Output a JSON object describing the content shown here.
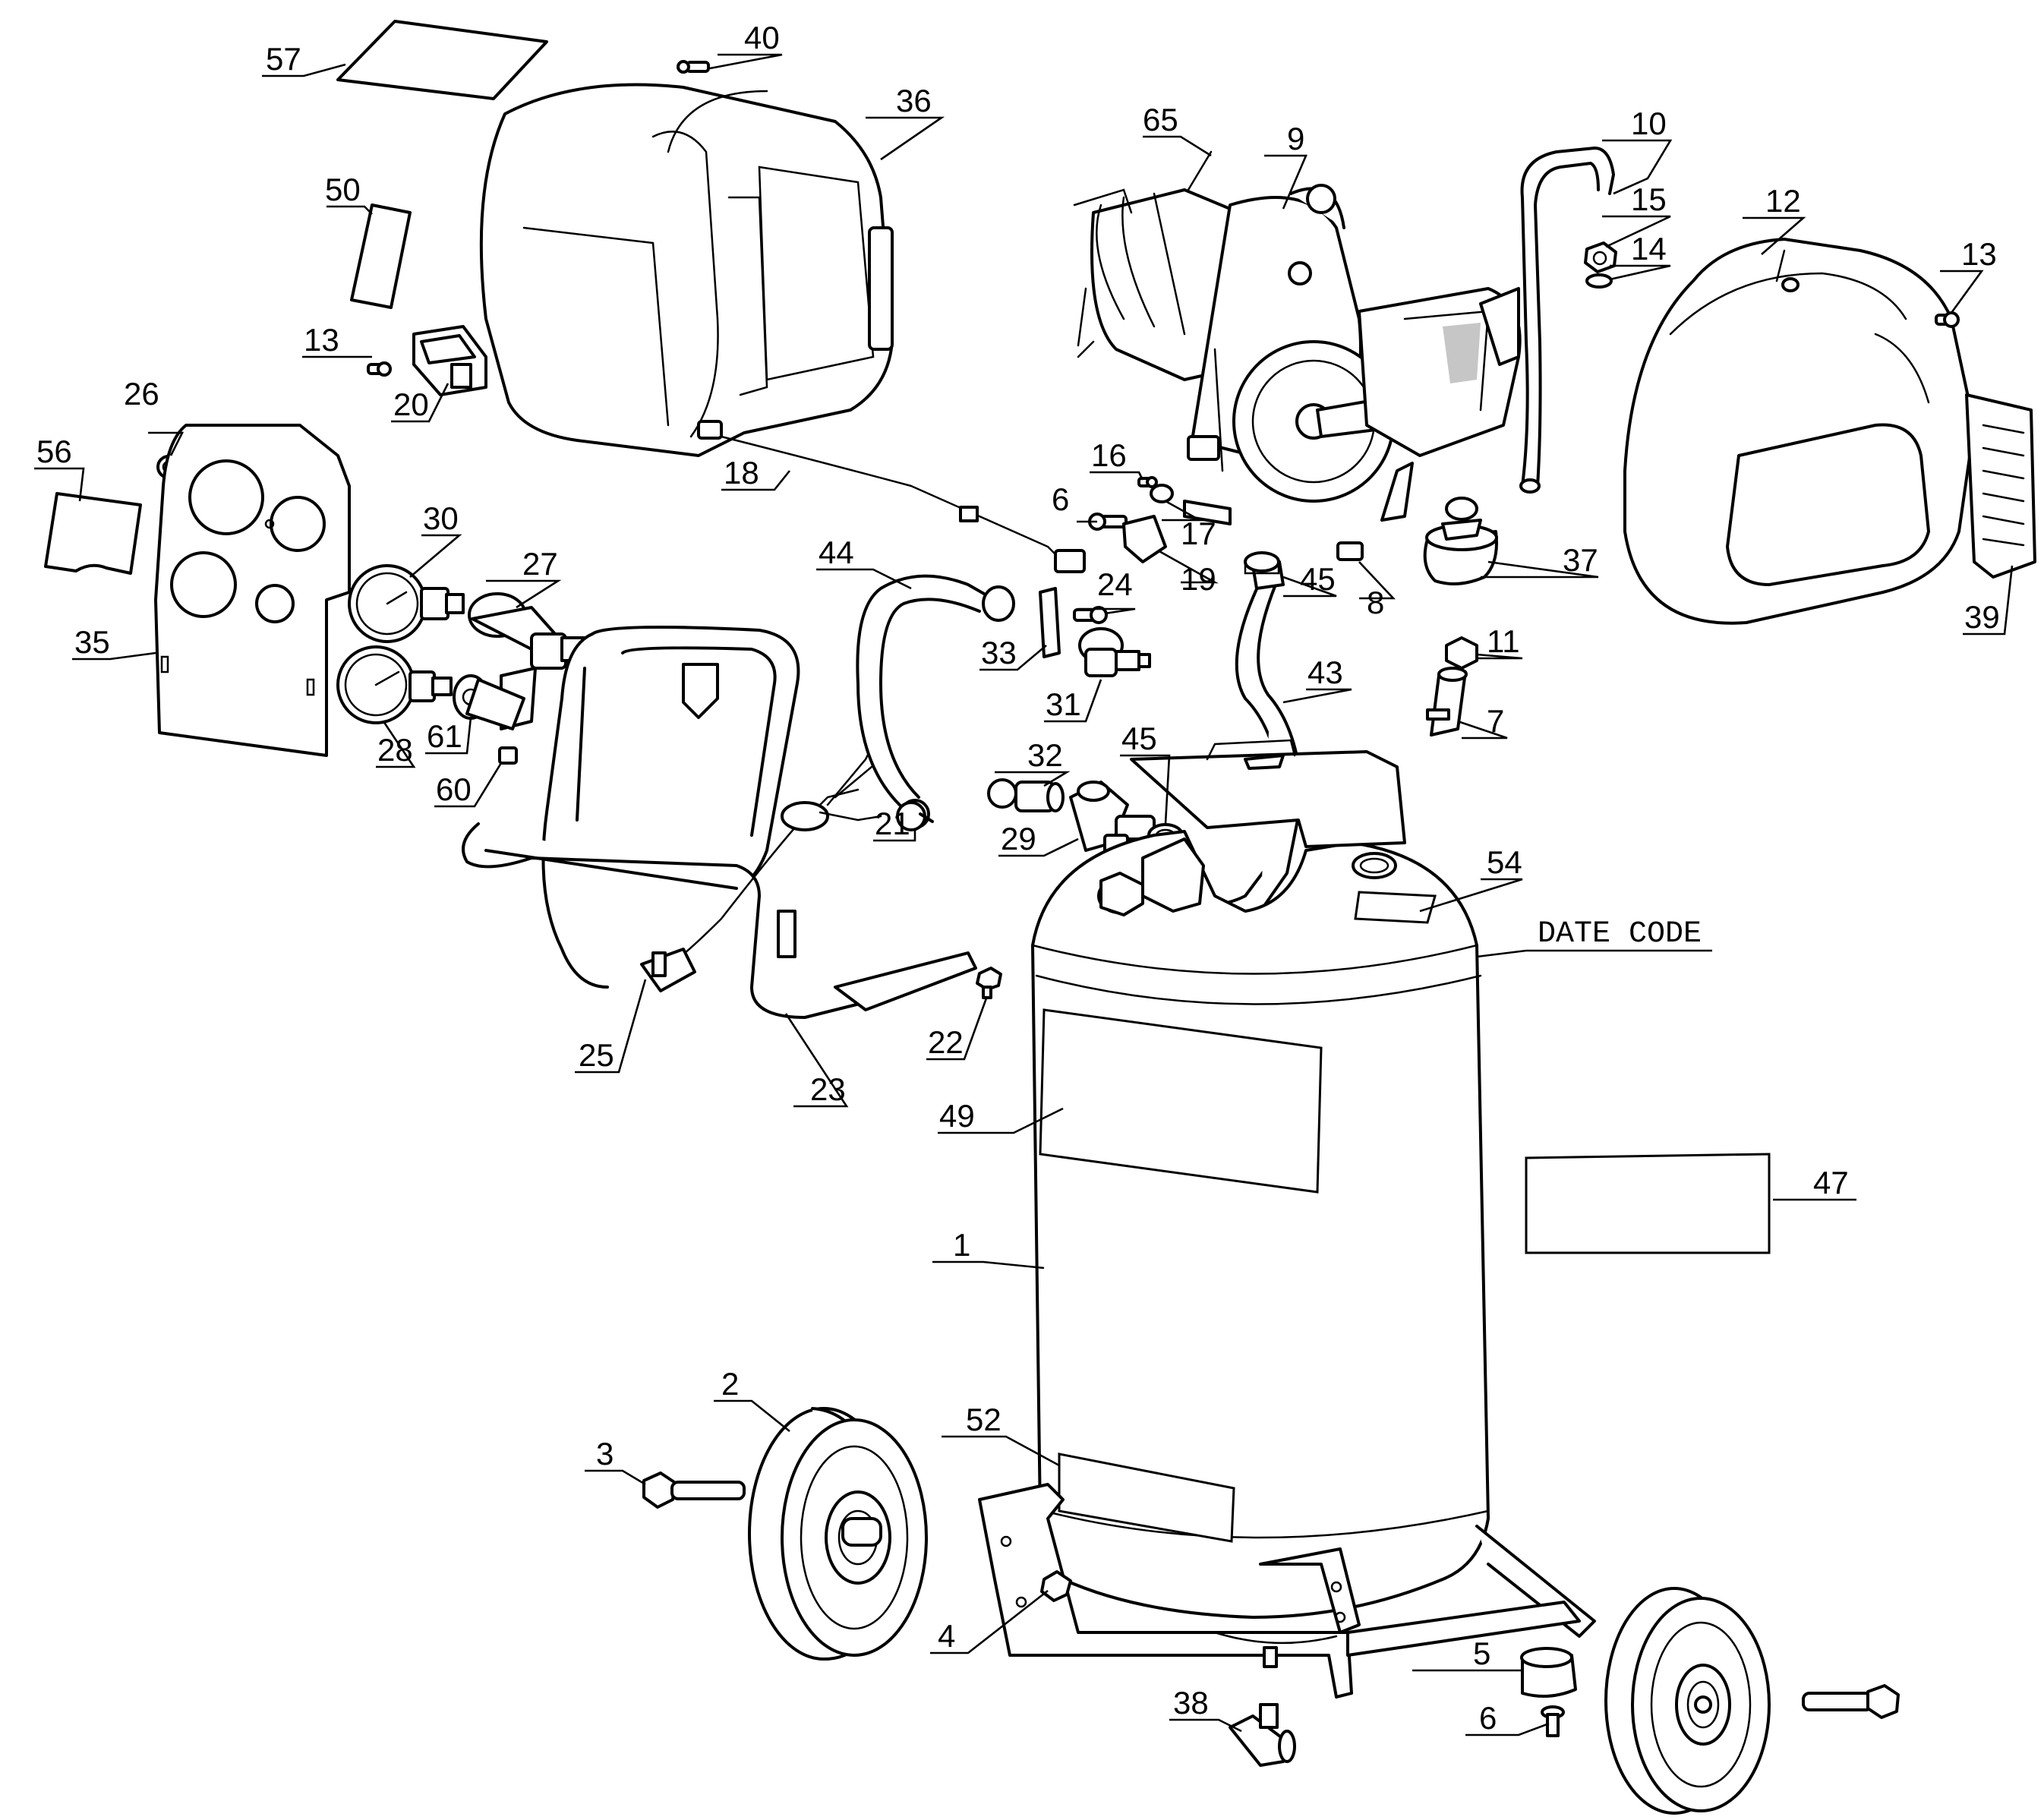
{
  "diagram": {
    "date_code_label": "DATE CODE",
    "callouts": {
      "c57": "57",
      "c40": "40",
      "c36": "36",
      "c65": "65",
      "c9": "9",
      "c10": "10",
      "c15": "15",
      "c14": "14",
      "c12": "12",
      "c13a": "13",
      "c13b": "13",
      "c50": "50",
      "c20": "20",
      "c26": "26",
      "c56": "56",
      "c18": "18",
      "c30": "30",
      "c27": "27",
      "c35": "35",
      "c28": "28",
      "c61": "61",
      "c60": "60",
      "c44": "44",
      "c16": "16",
      "c6a": "6",
      "c17": "17",
      "c19": "19",
      "c24": "24",
      "c33": "33",
      "c31": "31",
      "c45a": "45",
      "c8": "8",
      "c37": "37",
      "c39": "39",
      "c11": "11",
      "c43": "43",
      "c7": "7",
      "c32": "32",
      "c45b": "45",
      "c29": "29",
      "c21": "21",
      "c54": "54",
      "c25": "25",
      "c22": "22",
      "c23": "23",
      "c49": "49",
      "c47": "47",
      "c1": "1",
      "c2": "2",
      "c3": "3",
      "c52": "52",
      "c4": "4",
      "c5": "5",
      "c6b": "6",
      "c38": "38"
    },
    "icons": {
      "parts": "exploded-part-outline-icon"
    }
  }
}
